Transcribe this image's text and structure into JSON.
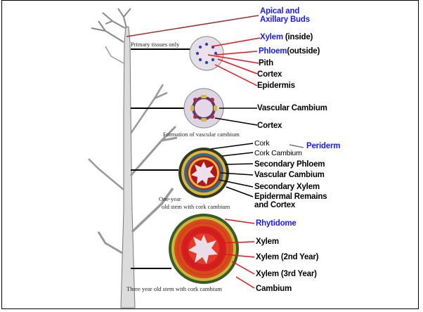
{
  "labels": {
    "apical": "Apical and",
    "axillary": "Axillary Buds",
    "xylem_inside_a": "Xylem",
    "xylem_inside_b": "(inside)",
    "phloem_outside_a": "Phloem",
    "phloem_outside_b": "(outside)",
    "pith": "Pith",
    "cortex1": "Cortex",
    "epidermis": "Epidermis",
    "vascular_cambium1": "Vascular Cambium",
    "cortex2": "Cortex",
    "cork": "Cork",
    "cork_cambium": "Cork Cambium",
    "periderm": "Periderm",
    "secondary_phloem": "Secondary Phloem",
    "vascular_cambium2": "Vascular Cambium",
    "secondary_xylem": "Secondary Xylem",
    "epidermal_remains_a": "Epidermal Remains",
    "epidermal_remains_b": "and Cortex",
    "rhytidome": "Rhytidome",
    "xylem3": "Xylem",
    "xylem_2nd": "Xylem (2nd Year)",
    "xylem_3rd": "Xylem (3rd Year)",
    "cambium": "Cambium"
  },
  "captions": {
    "primary": "Primary tissues only",
    "formation": "Formation of vascular cambium",
    "one_year_a": "One-year",
    "one_year_b": "old stem with cork cambium",
    "three_year": "Three year old stem with cork cambium"
  },
  "colors": {
    "blue_label": "#1a1aff",
    "pointer_red": "#e8141e",
    "pointer_black": "#000000",
    "pith": "#e7d3dc",
    "xylem_red": "#d61e1e",
    "cambium_yellow": "#d8c23a",
    "bark_dark": "#3a5a2a"
  }
}
